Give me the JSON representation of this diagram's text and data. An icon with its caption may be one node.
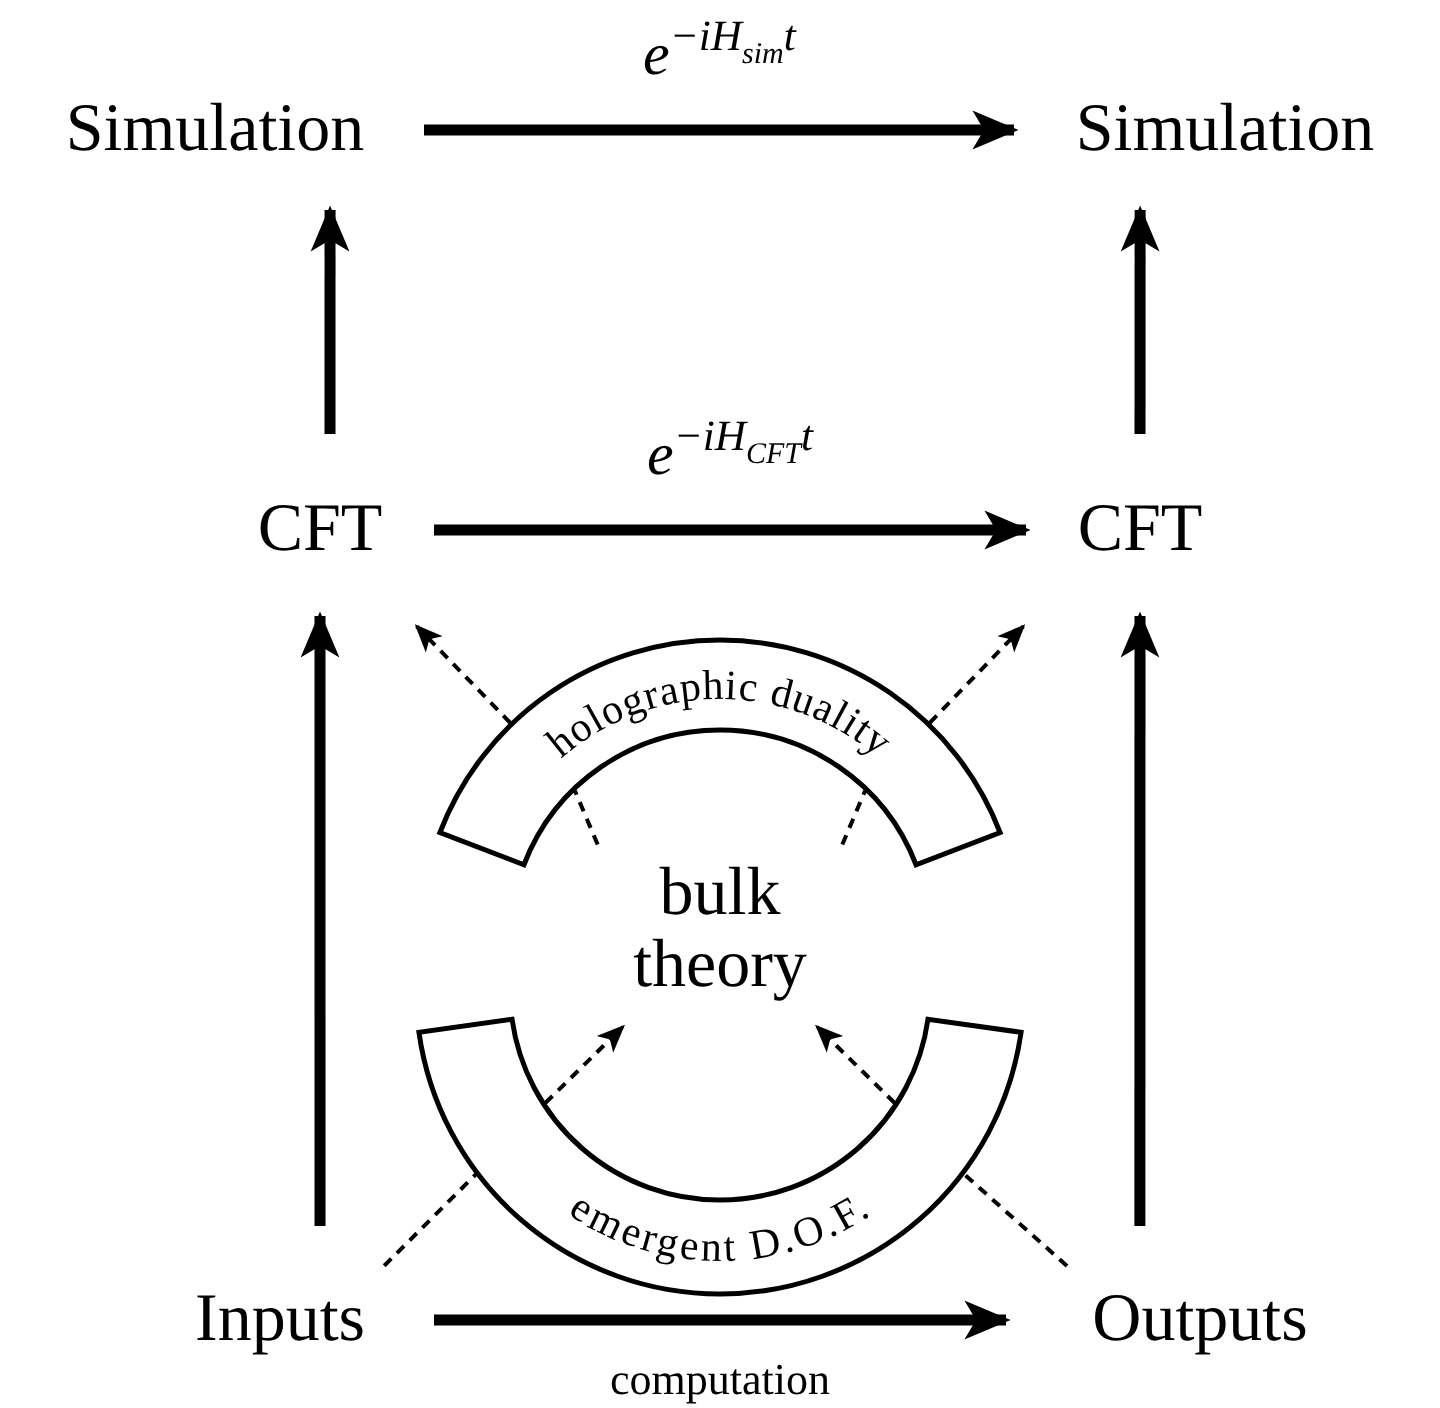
{
  "diagram": {
    "nodes": [
      {
        "text": [
          "Simulation"
        ]
      },
      {
        "text": [
          "Simulation"
        ]
      },
      {
        "text": [
          "CFT"
        ]
      },
      {
        "text": [
          "CFT"
        ]
      },
      {
        "text": [
          "holographic duality"
        ]
      },
      {
        "text": [
          "bulk theory"
        ]
      },
      {
        "text": [
          "emergent D.O.F."
        ]
      },
      {
        "text": [
          "Inputs"
        ]
      },
      {
        "text": [
          "Outputs"
        ]
      }
    ],
    "edges": [
      {
        "from": 0,
        "to": 1,
        "arrow": "to",
        "label": "e$^{−iH}$$_{sim}$$^{t}$",
        "style": "thick"
      },
      {
        "from": 2,
        "to": 0,
        "arrow": "to",
        "style": "thick"
      },
      {
        "from": 3,
        "to": 1,
        "arrow": "to",
        "style": "thick"
      },
      {
        "from": 2,
        "to": 3,
        "arrow": "to",
        "label": "e$^{−iH}$$_{CFT}$$^{t}$",
        "style": "thick"
      },
      {
        "from": 7,
        "to": 2,
        "arrow": "to",
        "style": "thick"
      },
      {
        "from": 8,
        "to": 3,
        "arrow": "to",
        "style": "thick"
      },
      {
        "from": 7,
        "to": 8,
        "arrow": "to",
        "label": "computation",
        "style": "thick"
      },
      {
        "from": 5,
        "to": 4,
        "arrow": "none",
        "style": "dashed"
      },
      {
        "from": 4,
        "to": 2,
        "arrow": "to",
        "style": "dashed"
      },
      {
        "from": 5,
        "to": 4,
        "arrow": "none",
        "style": "dashed"
      },
      {
        "from": 4,
        "to": 3,
        "arrow": "to",
        "style": "dashed"
      },
      {
        "from": 7,
        "to": 6,
        "arrow": "none",
        "style": "dashed"
      },
      {
        "from": 6,
        "to": 5,
        "arrow": "to",
        "style": "dashed"
      },
      {
        "from": 8,
        "to": 6,
        "arrow": "none",
        "style": "dashed"
      },
      {
        "from": 6,
        "to": 5,
        "arrow": "to",
        "style": "dashed"
      }
    ]
  }
}
